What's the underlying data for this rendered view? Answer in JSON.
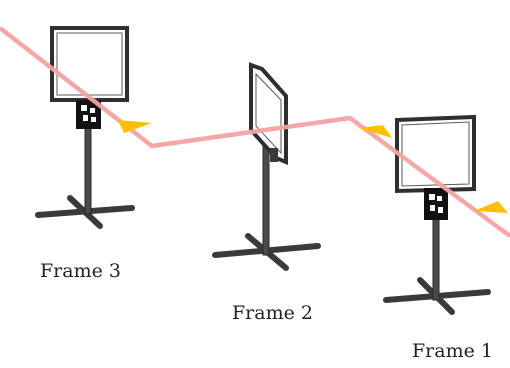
{
  "figure": {
    "labels": {
      "frame_3": "Frame 3",
      "frame_2": "Frame 2",
      "frame_1": "Frame 1"
    },
    "colors": {
      "beam": "#f4a2a2",
      "arrow": "#ffc000",
      "frame_outer": "#3b3b3b",
      "frame_inner": "#ffffff",
      "stand": "#4a4a4a",
      "marker_bg": "#111111",
      "marker_fg": "#ffffff"
    },
    "icons": {
      "direction_arrow": "arrow-icon",
      "fiducial": "marker-icon"
    }
  }
}
